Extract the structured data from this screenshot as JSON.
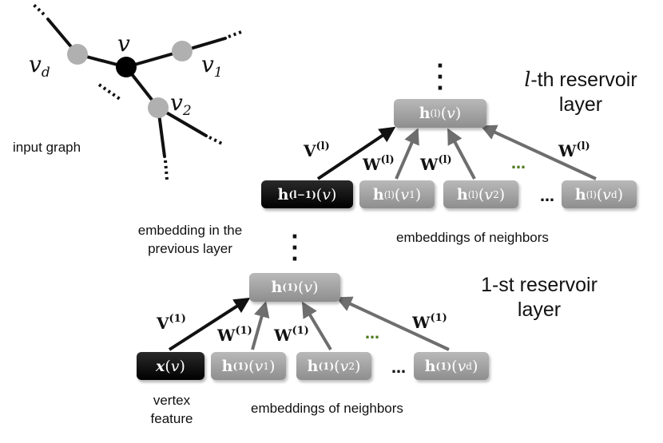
{
  "graph": {
    "center_label": "v",
    "neighbor_labels": [
      {
        "base": "v",
        "sub": "d"
      },
      {
        "base": "v",
        "sub": "1"
      },
      {
        "base": "v",
        "sub": "2"
      }
    ],
    "caption": "input graph"
  },
  "upper_layer": {
    "title_line1": "-th reservoir",
    "title_var": "l",
    "title_line2": "layer",
    "top_node": {
      "base": "h",
      "sup": "(l)",
      "arg": "v"
    },
    "prev_node": {
      "base": "h",
      "sup": "(l−1)",
      "arg": "v"
    },
    "neighbor_nodes": [
      {
        "base": "h",
        "sup": "(l)",
        "arg": "v",
        "sub": "1"
      },
      {
        "base": "h",
        "sup": "(l)",
        "arg": "v",
        "sub": "2"
      },
      {
        "base": "h",
        "sup": "(l)",
        "arg": "v",
        "sub": "d"
      }
    ],
    "weight_v": {
      "base": "V",
      "sup": "(l)"
    },
    "weight_w": {
      "base": "W",
      "sup": "(l)"
    },
    "neighbors_caption": "embeddings of neighbors",
    "prev_caption_line1": "embedding in the",
    "prev_caption_line2": "previous layer"
  },
  "lower_layer": {
    "title_line1": "1-st reservoir",
    "title_line2": "layer",
    "top_node": {
      "base": "h",
      "sup": "(1)",
      "arg": "v"
    },
    "feature_node": {
      "base": "x",
      "arg": "v"
    },
    "neighbor_nodes": [
      {
        "base": "h",
        "sup": "(1)",
        "arg": "v",
        "sub": "1"
      },
      {
        "base": "h",
        "sup": "(1)",
        "arg": "v",
        "sub": "2"
      },
      {
        "base": "h",
        "sup": "(1)",
        "arg": "v",
        "sub": "d"
      }
    ],
    "weight_v": {
      "base": "V",
      "sup": "(1)"
    },
    "weight_w": {
      "base": "W",
      "sup": "(1)"
    },
    "neighbors_caption": "embeddings of neighbors",
    "feature_caption_line1": "vertex",
    "feature_caption_line2": "feature"
  },
  "colors": {
    "black_node": "#000000",
    "gray_node": "#a0a0a0",
    "graph_neighbor": "#b0b0b0",
    "arrow_dark": "#111111",
    "arrow_gray": "#6e6e6e",
    "ellipsis_green": "#4f7a1f"
  }
}
